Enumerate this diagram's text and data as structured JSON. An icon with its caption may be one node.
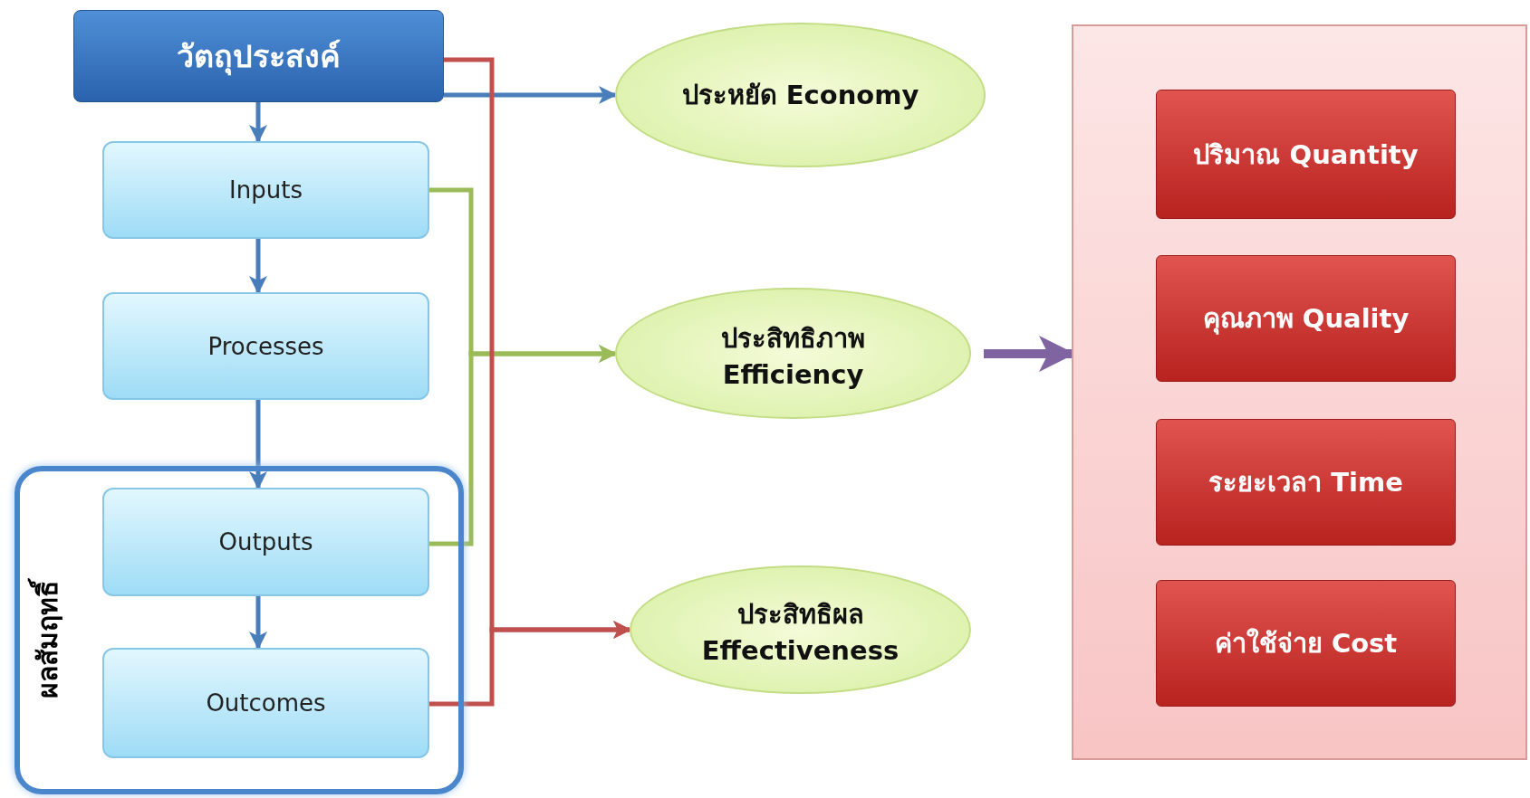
{
  "diagram": {
    "nodes": [
      {
        "text": [
          "วัตถุประสงค์"
        ]
      },
      {
        "text": [
          "Inputs"
        ]
      },
      {
        "text": [
          "Processes"
        ]
      },
      {
        "text": [
          "ผลสัมฤทธิ์"
        ]
      },
      {
        "text": [
          "Outputs"
        ],
        "in": 3
      },
      {
        "text": [
          "Outcomes"
        ],
        "in": 3
      },
      {
        "text": [
          "ประหยัด Economy"
        ]
      },
      {
        "text": [
          "ประสิทธิภาพ Efficiency"
        ]
      },
      {
        "text": [
          "ประสิทธิผล Effectiveness"
        ]
      },
      {
        "text": [],
        "shape": "box"
      },
      {
        "text": [
          "ปริมาณ Quantity"
        ],
        "in": 9
      },
      {
        "text": [
          "คุณภาพ Quality"
        ],
        "in": 9
      },
      {
        "text": [
          "ระยะเวลา Time"
        ],
        "in": 9
      },
      {
        "text": [
          "ค่าใช้จ่าย Cost"
        ],
        "in": 9
      }
    ],
    "edges": [
      {
        "from": 0,
        "to": 1,
        "arrow": "to"
      },
      {
        "from": 1,
        "to": 2,
        "arrow": "to"
      },
      {
        "from": 2,
        "to": 4,
        "arrow": "to"
      },
      {
        "from": 4,
        "to": 5,
        "arrow": "to"
      },
      {
        "from": 0,
        "to": 6,
        "arrow": "to"
      },
      {
        "from": 1,
        "to": 7,
        "arrow": "to",
        "color": "#9bbb59"
      },
      {
        "from": 4,
        "to": 7,
        "arrow": "to",
        "color": "#9bbb59"
      },
      {
        "from": 0,
        "to": 8,
        "arrow": "to",
        "color": "#c0504d"
      },
      {
        "from": 5,
        "to": 8,
        "arrow": "to",
        "color": "#c0504d"
      },
      {
        "from": 7,
        "to": 9,
        "arrow": "to",
        "style": "thick",
        "color": "#8064a2"
      }
    ]
  }
}
